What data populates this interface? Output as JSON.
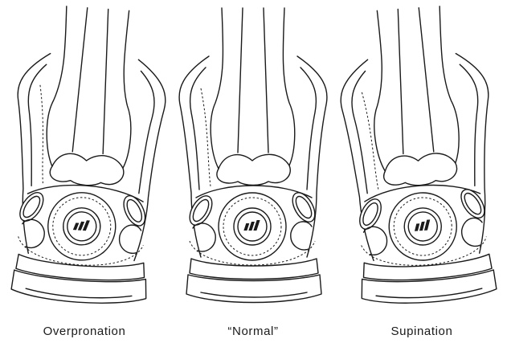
{
  "figure": {
    "panels": [
      {
        "caption": "Overpronation",
        "tilt": 4
      },
      {
        "caption": "“Normal”",
        "tilt": 0
      },
      {
        "caption": "Supination",
        "tilt": -4
      }
    ]
  }
}
